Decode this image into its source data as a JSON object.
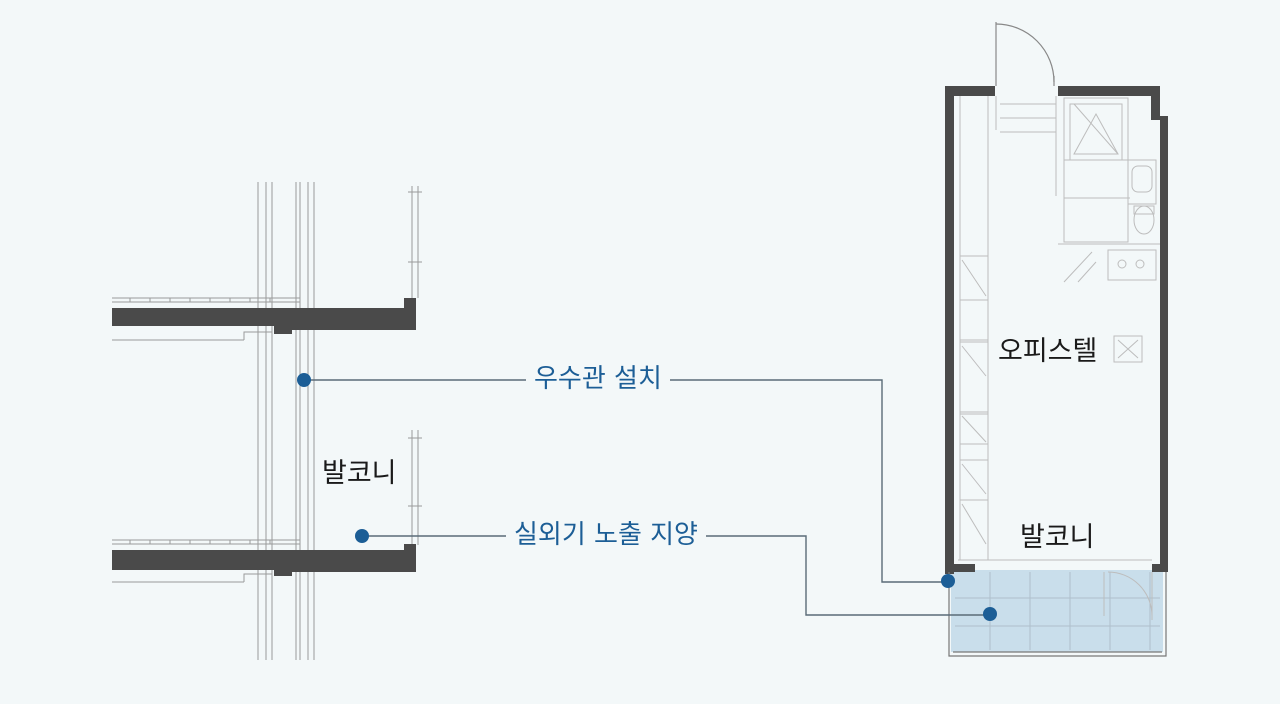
{
  "labels": {
    "balcony_left": "발코니",
    "officetel": "오피스텔",
    "balcony_right": "발코니"
  },
  "callouts": {
    "drain_pipe": "우수관 설치",
    "outdoor_unit": "실외기 노출 지양"
  },
  "colors": {
    "accent": "#1c5e96",
    "wall": "#4a4a4a",
    "balcony_fill": "#c9deeb",
    "background": "#f3f8f9"
  }
}
